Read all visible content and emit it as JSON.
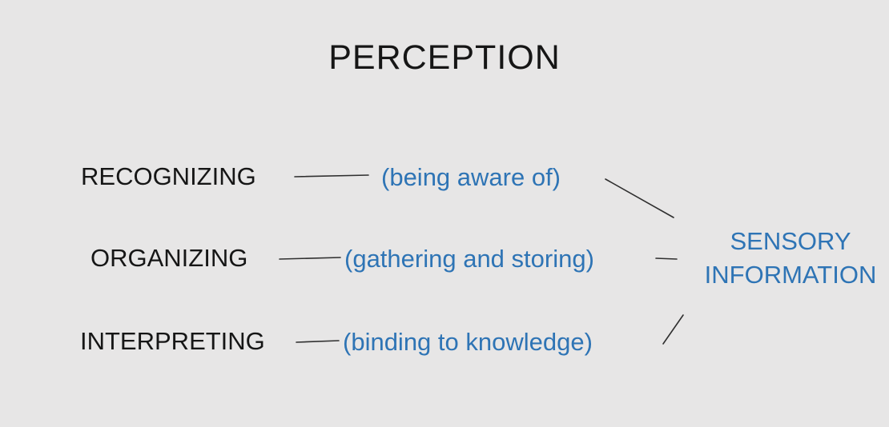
{
  "title": "PERCEPTION",
  "rows": [
    {
      "term": "RECOGNIZING",
      "definition": "(being aware of)"
    },
    {
      "term": "ORGANIZING",
      "definition": "(gathering and storing)"
    },
    {
      "term": "INTERPRETING",
      "definition": "(binding to knowledge)"
    }
  ],
  "sensory_information": {
    "line1": "SENSORY",
    "line2": "INFORMATION"
  },
  "colors": {
    "background": "#e7e6e6",
    "term_text": "#161616",
    "definition_text": "#2e74b5",
    "connector_line": "#2f2f2f"
  }
}
